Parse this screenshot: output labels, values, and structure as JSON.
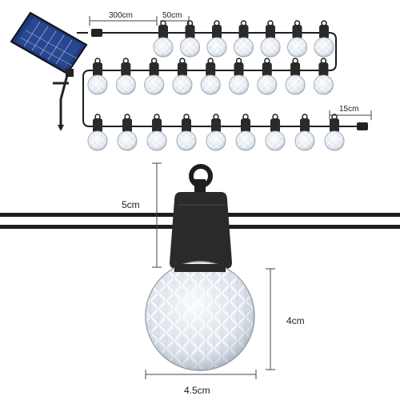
{
  "dimensions": {
    "cable_length": "300cm",
    "bulb_spacing": "50cm",
    "lead_end": "15cm",
    "cap_height": "5cm",
    "bulb_height": "4cm",
    "bulb_width": "4.5cm"
  },
  "string_lights": {
    "row1_bulbs": 7,
    "row2_bulbs": 9,
    "row3_bulbs": 9
  },
  "colors": {
    "cable": "#1e1e1e",
    "solar_panel": "#1f3a7a",
    "solar_cell_lines": "#9fb4e0",
    "bulb_glass": "#dfe6ef",
    "bulb_facet": "#ffffff",
    "dimension_line": "#444444"
  },
  "icons": [
    "solar-panel-icon",
    "ground-stake-icon",
    "cable-connector-icon",
    "bulb-icon"
  ]
}
